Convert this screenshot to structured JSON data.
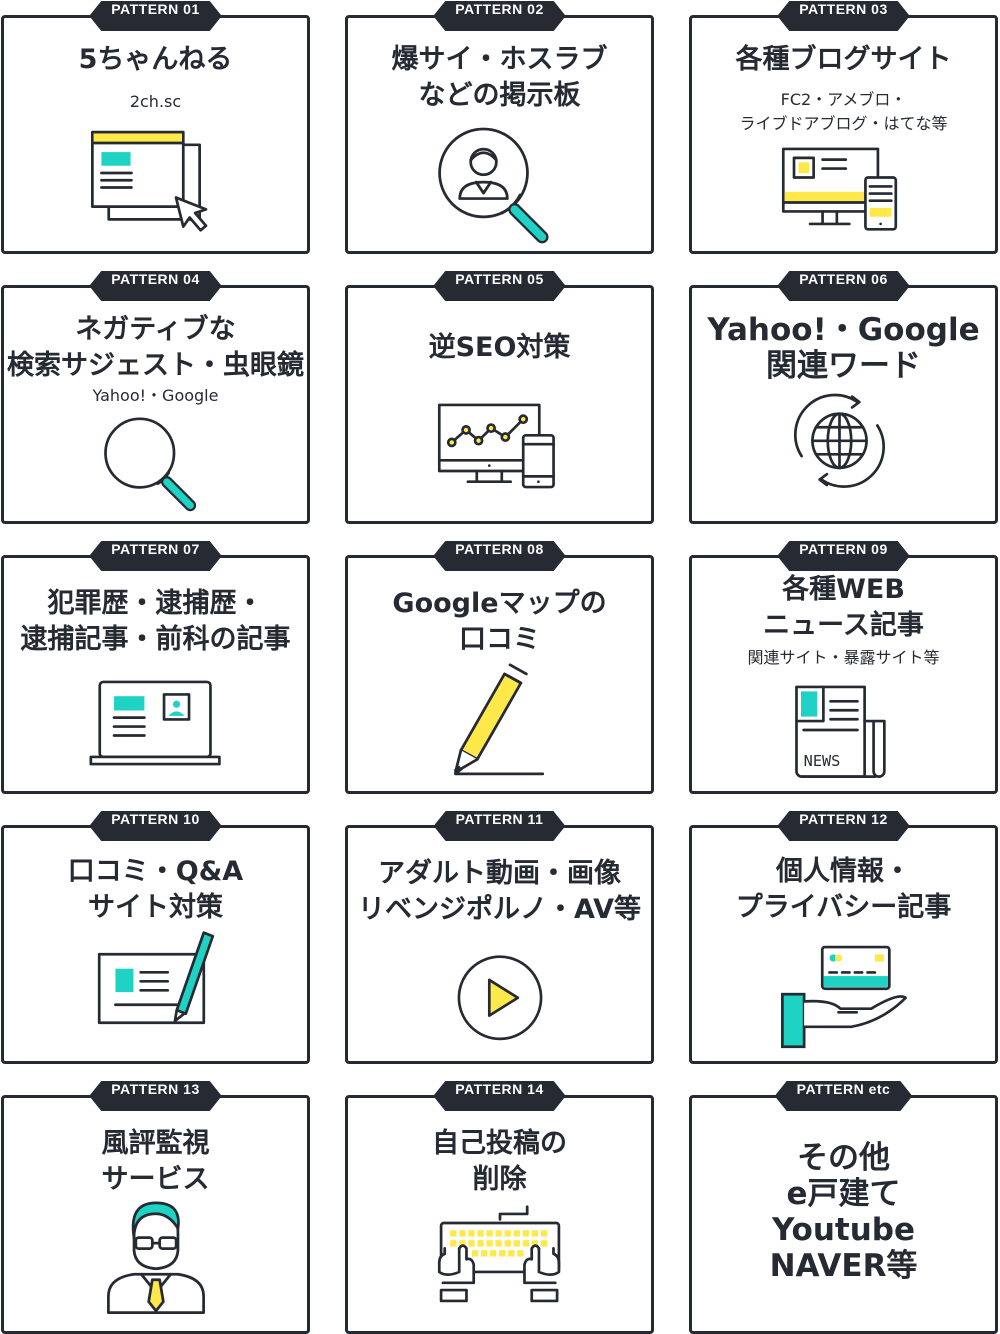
{
  "colors": {
    "dark": "#262a33",
    "yellow": "#ffe94a",
    "teal": "#1ed2c4"
  },
  "cards": [
    {
      "badge": "PATTERN 01",
      "title": [
        "5ちゃんねる"
      ],
      "sub": [
        "2ch.sc"
      ],
      "icon": "browser-cursor-icon"
    },
    {
      "badge": "PATTERN 02",
      "title": [
        "爆サイ・ホスラブ",
        "などの掲示板"
      ],
      "sub": [],
      "icon": "search-person-icon"
    },
    {
      "badge": "PATTERN 03",
      "title": [
        "各種ブログサイト"
      ],
      "sub": [
        "FC2・アメブロ・",
        "ライブドアブログ・はてな等"
      ],
      "icon": "monitor-phone-icon"
    },
    {
      "badge": "PATTERN 04",
      "title": [
        "ネガティブな",
        "検索サジェスト・虫眼鏡"
      ],
      "sub": [
        "Yahoo!・Google"
      ],
      "icon": "magnifier-icon"
    },
    {
      "badge": "PATTERN 05",
      "title": [
        "逆SEO対策"
      ],
      "sub": [],
      "icon": "chart-devices-icon"
    },
    {
      "badge": "PATTERN 06",
      "title": [
        "Yahoo!・Google",
        "関連ワード"
      ],
      "sub": [],
      "icon": "globe-arrows-icon"
    },
    {
      "badge": "PATTERN 07",
      "title": [
        "犯罪歴・逮捕歴・",
        "逮捕記事・前科の記事"
      ],
      "sub": [],
      "icon": "laptop-article-icon"
    },
    {
      "badge": "PATTERN 08",
      "title": [
        "Googleマップの",
        "口コミ"
      ],
      "sub": [],
      "icon": "pencil-icon"
    },
    {
      "badge": "PATTERN 09",
      "title": [
        "各種WEB",
        "ニュース記事"
      ],
      "sub": [
        "関連サイト・暴露サイト等"
      ],
      "icon": "newspaper-icon",
      "news": "NEWS"
    },
    {
      "badge": "PATTERN 10",
      "title": [
        "口コミ・Q&A",
        "サイト対策"
      ],
      "sub": [],
      "icon": "document-pen-icon"
    },
    {
      "badge": "PATTERN 11",
      "title": [
        "アダルト動画・画像",
        "リベンジポルノ・AV等"
      ],
      "sub": [],
      "icon": "play-icon"
    },
    {
      "badge": "PATTERN 12",
      "title": [
        "個人情報・",
        "プライバシー記事"
      ],
      "sub": [],
      "icon": "card-hand-icon"
    },
    {
      "badge": "PATTERN 13",
      "title": [
        "風評監視",
        "サービス"
      ],
      "sub": [],
      "icon": "businessman-icon"
    },
    {
      "badge": "PATTERN 14",
      "title": [
        "自己投稿の",
        "削除"
      ],
      "sub": [],
      "icon": "keyboard-hands-icon"
    },
    {
      "badge": "PATTERN etc",
      "title": [
        "その他",
        "e戸建て",
        "Youtube",
        "NAVER等"
      ],
      "sub": [],
      "icon": ""
    }
  ]
}
